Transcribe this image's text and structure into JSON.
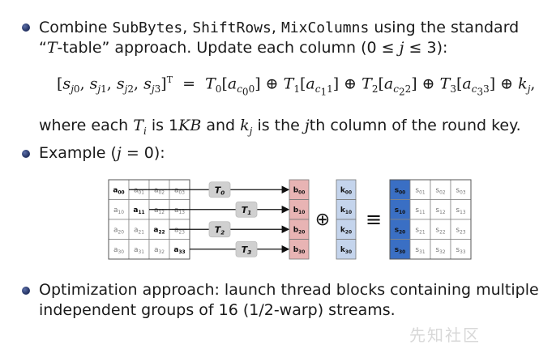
{
  "bullets": [
    {
      "line1_parts": [
        "Combine ",
        "SubBytes",
        ", ",
        "ShiftRows",
        ", ",
        "MixColumns",
        " using the standard"
      ],
      "line2_open": "“",
      "line2_T": "T",
      "line2_rest": "-table” approach. Update each column (0 ≤ ",
      "line2_j": "j",
      "line2_end": " ≤ 3):"
    },
    {
      "text_prefix": "Example (",
      "text_j": "j",
      "text_suffix": " = 0):"
    },
    {
      "line1": "Optimization approach: launch thread blocks containing multiple",
      "line2": "independent groups of 16 (1/2-warp) streams."
    }
  ],
  "equation": {
    "lhs": "[s_j0, s_j1, s_j2, s_j3]^T",
    "rhs": "T0[a_c0 0] ⊕ T1[a_c1 1] ⊕ T2[a_c2 2] ⊕ T3[a_c3 3] ⊕ k_j,"
  },
  "where_line": {
    "prefix": "where each ",
    "T": "T",
    "i": "i",
    "mid": " is 1",
    "kb": "KB",
    "and": " and ",
    "k": "k",
    "j": "j",
    "mid2": " is the ",
    "jth": "j",
    "end": "th column of the round key."
  },
  "diagram": {
    "a_rows": [
      [
        "a00",
        "a01",
        "a02",
        "a03"
      ],
      [
        "a10",
        "a11",
        "a12",
        "a13"
      ],
      [
        "a20",
        "a21",
        "a22",
        "a23"
      ],
      [
        "a30",
        "a31",
        "a32",
        "a33"
      ]
    ],
    "t_labels": [
      "T0",
      "T1",
      "T2",
      "T3"
    ],
    "b_col": [
      "b00",
      "b10",
      "b20",
      "b30"
    ],
    "xor_symbol": "⊕",
    "k_col": [
      "k00",
      "k10",
      "k20",
      "k30"
    ],
    "equals_symbol": "≡",
    "s_rows": [
      [
        "s00",
        "s01",
        "s02",
        "s03"
      ],
      [
        "s10",
        "s11",
        "s12",
        "s13"
      ],
      [
        "s20",
        "s21",
        "s22",
        "s23"
      ],
      [
        "s30",
        "s31",
        "s32",
        "s33"
      ]
    ],
    "colors": {
      "b_fill": "#e8b4b4",
      "k_fill": "#c4d4ec",
      "s_highlight": "#3a6fc4",
      "t_fill": "#d0d0d0"
    }
  },
  "watermark": "先知社区"
}
